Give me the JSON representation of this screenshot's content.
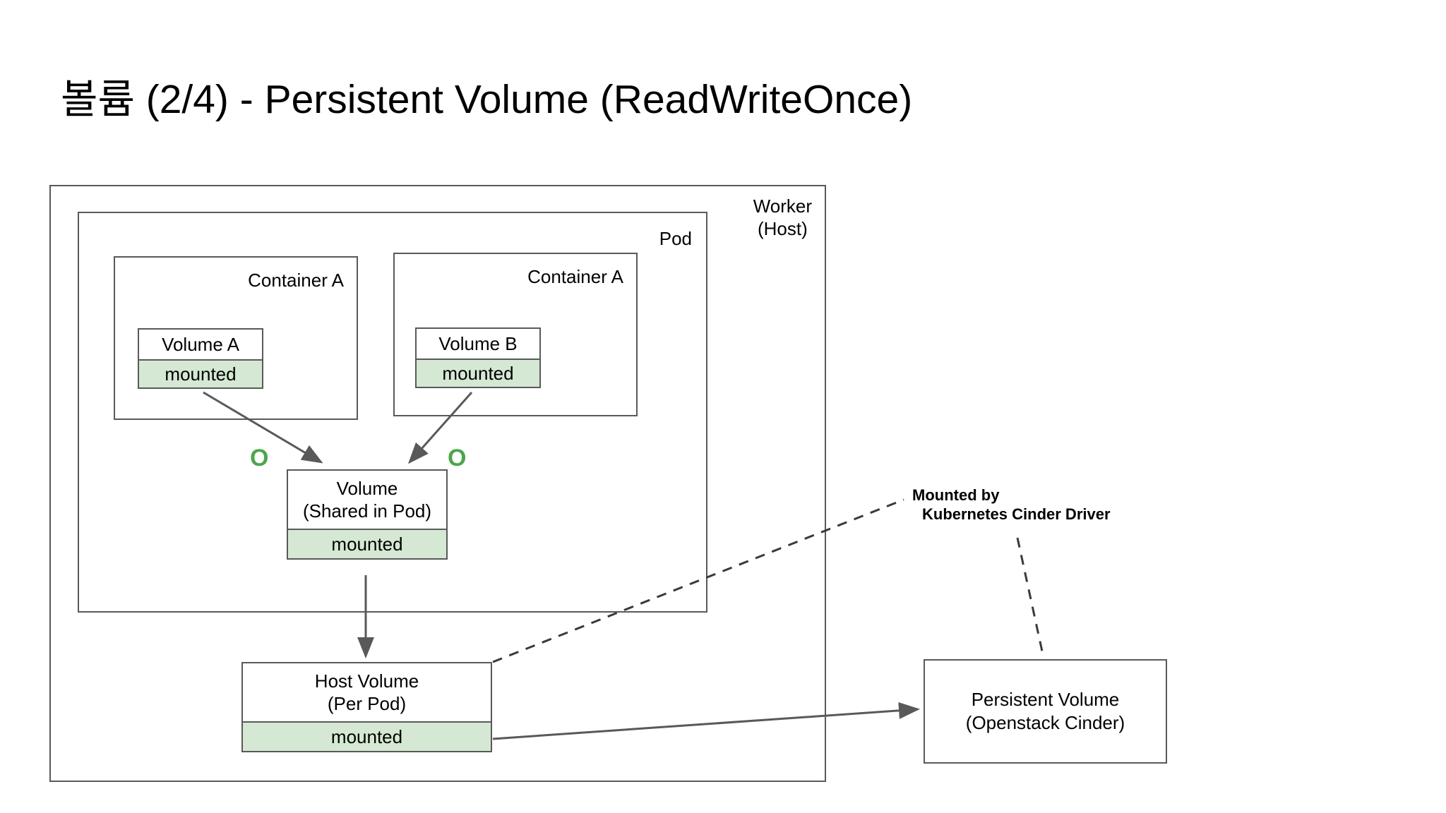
{
  "slide": {
    "title": "볼륨 (2/4) - Persistent Volume (ReadWriteOnce)",
    "background": "#ffffff"
  },
  "colors": {
    "stroke": "#595959",
    "mounted_fill": "#d5e8d4",
    "marker_green": "#4ca64c",
    "text": "#000000"
  },
  "diagram": {
    "worker": {
      "label_line1": "Worker",
      "label_line2": "(Host)"
    },
    "pod": {
      "label": "Pod"
    },
    "containers": [
      {
        "label": "Container A"
      },
      {
        "label": "Container A"
      }
    ],
    "volumes": [
      {
        "name": "Volume A",
        "status": "mounted"
      },
      {
        "name": "Volume B",
        "status": "mounted"
      }
    ],
    "shared_volume": {
      "line1": "Volume",
      "line2": "(Shared in Pod)",
      "status": "mounted"
    },
    "host_volume": {
      "line1": "Host Volume",
      "line2": "(Per Pod)",
      "status": "mounted"
    },
    "persistent_volume": {
      "line1": "Persistent Volume",
      "line2": "(Openstack Cinder)"
    },
    "markers": [
      {
        "glyph": "O"
      },
      {
        "glyph": "O"
      }
    ],
    "annotation": {
      "line1": "Mounted by",
      "line2": "Kubernetes Cinder Driver"
    }
  }
}
